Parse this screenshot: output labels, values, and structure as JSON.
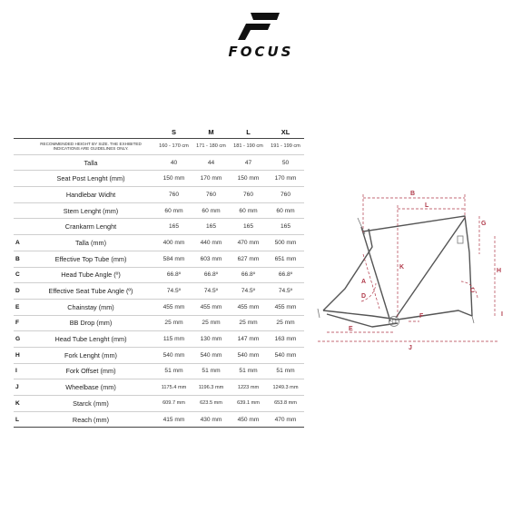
{
  "brand": {
    "name": "FOCUS",
    "colors": {
      "text": "#111111",
      "accent": "#b03a4a",
      "rule": "#444444"
    }
  },
  "table": {
    "sizes": [
      "S",
      "M",
      "L",
      "XL"
    ],
    "rows": [
      {
        "letter": "",
        "name": "RECOMMENDED HEIGHT BY SIZE.  THE EXHIBITED INDICATIONS ARE GUIDELINES ONLY.",
        "values": [
          "160 - 170 cm",
          "171 - 180 cm",
          "181 - 190 cm",
          "191 - 199 cm"
        ]
      },
      {
        "letter": "",
        "name": "Talla",
        "values": [
          "40",
          "44",
          "47",
          "50"
        ]
      },
      {
        "letter": "",
        "name": "Seat Post Lenght (mm)",
        "values": [
          "150 mm",
          "170 mm",
          "150 mm",
          "170 mm"
        ]
      },
      {
        "letter": "",
        "name": "Handlebar Widht",
        "values": [
          "760",
          "760",
          "760",
          "760"
        ]
      },
      {
        "letter": "",
        "name": "Stem Lenght (mm)",
        "values": [
          "60 mm",
          "60 mm",
          "60 mm",
          "60 mm"
        ]
      },
      {
        "letter": "",
        "name": "Crankarm Lenght",
        "values": [
          "165",
          "165",
          "165",
          "165"
        ]
      },
      {
        "letter": "A",
        "name": "Talla (mm)",
        "values": [
          "400 mm",
          "440 mm",
          "470 mm",
          "500 mm"
        ]
      },
      {
        "letter": "B",
        "name": "Effective Top Tube (mm)",
        "values": [
          "584 mm",
          "603 mm",
          "627 mm",
          "651 mm"
        ]
      },
      {
        "letter": "C",
        "name": "Head Tube Angle (º)",
        "values": [
          "66.8º",
          "66.8º",
          "66.8º",
          "66.8º"
        ]
      },
      {
        "letter": "D",
        "name": "Effective Seat Tube Angle (º)",
        "values": [
          "74.5º",
          "74.5º",
          "74.5º",
          "74.5º"
        ]
      },
      {
        "letter": "E",
        "name": "Chainstay (mm)",
        "values": [
          "455 mm",
          "455 mm",
          "455 mm",
          "455 mm"
        ]
      },
      {
        "letter": "F",
        "name": "BB Drop (mm)",
        "values": [
          "25 mm",
          "25 mm",
          "25 mm",
          "25 mm"
        ]
      },
      {
        "letter": "G",
        "name": "Head Tube Lenght (mm)",
        "values": [
          "115 mm",
          "130 mm",
          "147 mm",
          "163 mm"
        ]
      },
      {
        "letter": "H",
        "name": "Fork Lenght (mm)",
        "values": [
          "540 mm",
          "540 mm",
          "540 mm",
          "540 mm"
        ]
      },
      {
        "letter": "I",
        "name": "Fork Offset (mm)",
        "values": [
          "51 mm",
          "51 mm",
          "51 mm",
          "51 mm"
        ]
      },
      {
        "letter": "J",
        "name": "Wheelbase (mm)",
        "values": [
          "1175.4 mm",
          "1196.3 mm",
          "1223 mm",
          "1249.3 mm"
        ]
      },
      {
        "letter": "K",
        "name": "Starck (mm)",
        "values": [
          "609.7 mm",
          "623.5 mm",
          "639.1 mm",
          "653.8 mm"
        ]
      },
      {
        "letter": "L",
        "name": "Reach (mm)",
        "values": [
          "415 mm",
          "430 mm",
          "450 mm",
          "470 mm"
        ]
      }
    ]
  },
  "diagram": {
    "labels": {
      "a": "A",
      "b": "B",
      "c": "C",
      "d": "D",
      "e": "E",
      "f": "F",
      "g": "G",
      "h": "H",
      "i": "I",
      "j": "J",
      "k": "K",
      "l": "L"
    }
  }
}
